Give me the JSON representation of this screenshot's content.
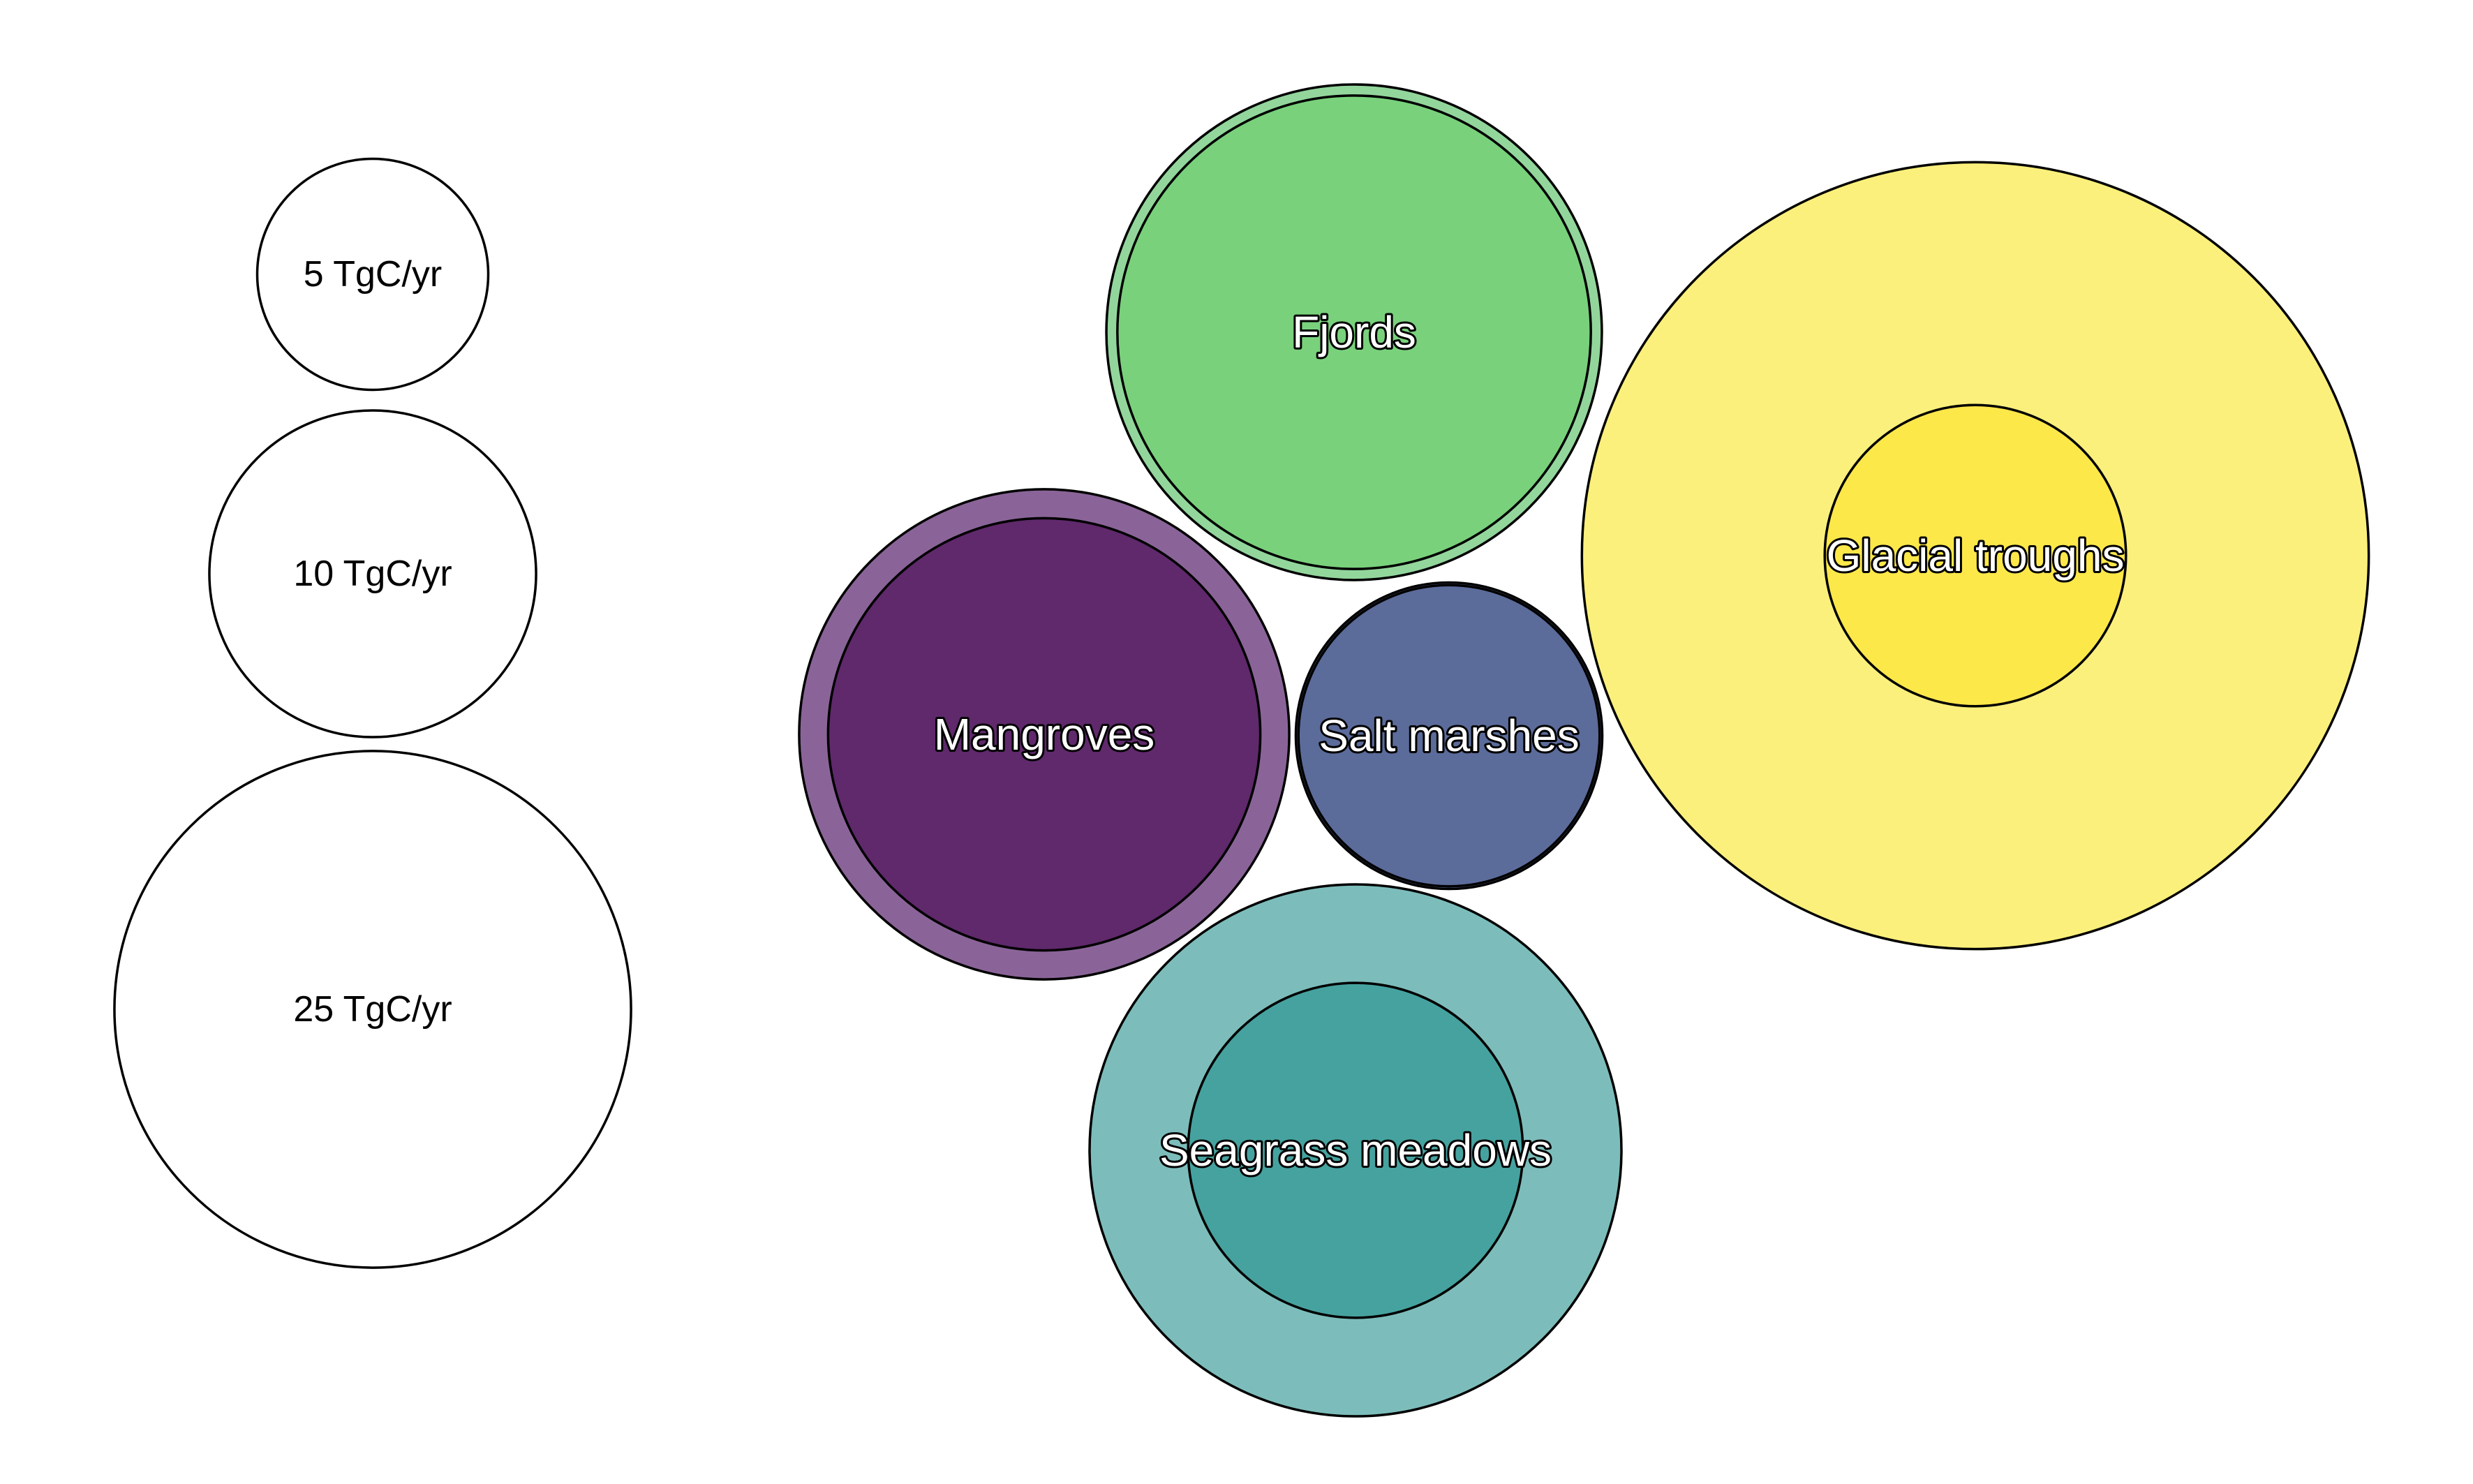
{
  "chart_data": {
    "type": "bubble",
    "size_unit": "TgC/yr",
    "legend": [
      {
        "value": 5,
        "label": "5 TgC/yr"
      },
      {
        "value": 10,
        "label": "10 TgC/yr"
      },
      {
        "value": 25,
        "label": "25 TgC/yr"
      }
    ],
    "series": [
      {
        "label": "Fjords",
        "outer": 23,
        "inner": 21,
        "outer_color": "#93D69C",
        "inner_color": "#79D17C"
      },
      {
        "label": "Glacial troughs",
        "outer": 58,
        "inner": 8.5,
        "outer_color": "#FCF07C",
        "inner_color": "#FDE84A"
      },
      {
        "label": "Mangroves",
        "outer": 22.5,
        "inner": 17.5,
        "outer_color": "#8A6498",
        "inner_color": "#5F296B"
      },
      {
        "label": "Salt marshes",
        "outer": 8.8,
        "inner": 8.5,
        "outer_color": "#6A769E",
        "inner_color": "#5B6B9A"
      },
      {
        "label": "Seagrass meadows",
        "outer": 26.5,
        "inner": 10.5,
        "outer_color": "#7CBDBB",
        "inner_color": "#46A29F"
      }
    ]
  }
}
